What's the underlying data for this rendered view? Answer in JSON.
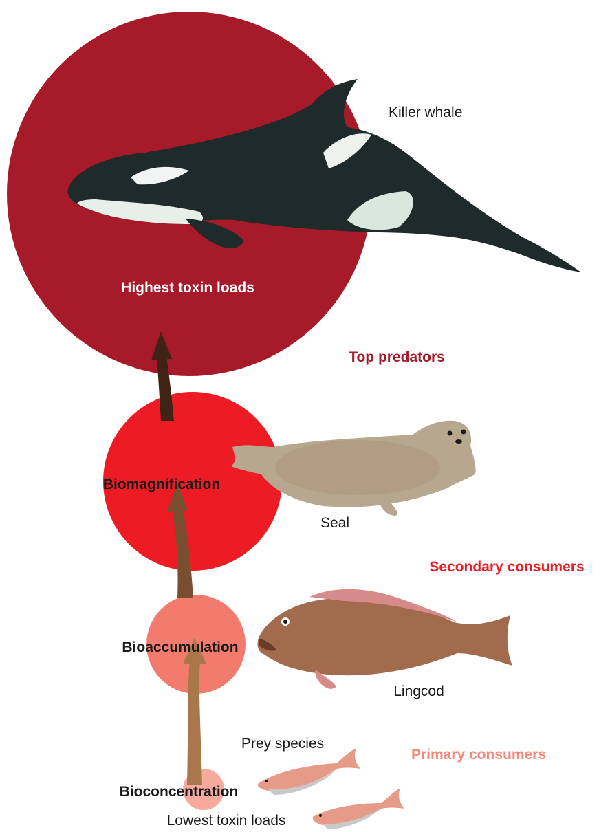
{
  "labels": {
    "killer_whale": "Killer whale",
    "highest_toxin_loads": "Highest toxin loads",
    "top_predators": "Top predators",
    "biomagnification": "Biomagnification",
    "seal": "Seal",
    "secondary_consumers": "Secondary consumers",
    "bioaccumulation": "Bioaccumulation",
    "lingcod": "Lingcod",
    "prey_species": "Prey species",
    "primary_consumers": "Primary consumers",
    "bioconcentration": "Bioconcentration",
    "lowest_toxin_loads": "Lowest toxin loads"
  },
  "colors": {
    "top_circle": "#a71a29",
    "secondary_circle": "#ed1c24",
    "primary_circle": "#f27b6e",
    "prey_circle": "#f6aa9d",
    "top_label": "#a71a29",
    "secondary_label": "#ed1c24",
    "primary_label": "#f4887a",
    "arrow_dark": "#3f2416",
    "arrow_mid": "#7a4e30",
    "arrow_light": "#a8774b"
  },
  "icons": [
    "killer-whale-illustration",
    "seal-illustration",
    "lingcod-illustration",
    "prey-fish-illustration"
  ]
}
